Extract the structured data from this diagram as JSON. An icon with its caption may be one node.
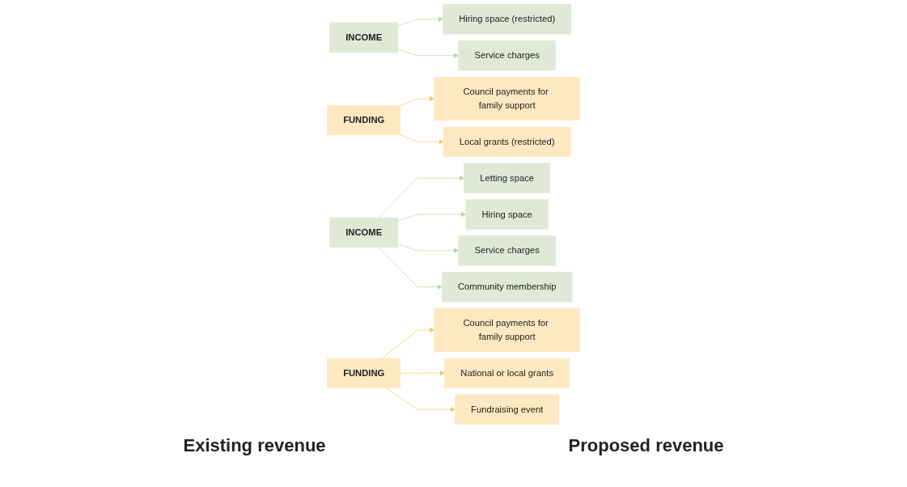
{
  "diagram": {
    "nodes": [
      {
        "text": [
          "INCOME"
        ]
      },
      {
        "text": [
          "Hiring space (restricted)"
        ]
      },
      {
        "text": [
          "Service charges"
        ]
      },
      {
        "text": [
          "FUNDING"
        ]
      },
      {
        "text": [
          "Council payments for family support"
        ]
      },
      {
        "text": [
          "Local grants (restricted)"
        ]
      },
      {
        "text": [
          "INCOME"
        ]
      },
      {
        "text": [
          "Letting space"
        ]
      },
      {
        "text": [
          "Hiring space"
        ]
      },
      {
        "text": [
          "Service charges"
        ]
      },
      {
        "text": [
          "Community membership"
        ]
      },
      {
        "text": [
          "FUNDING"
        ]
      },
      {
        "text": [
          "Council payments for family support"
        ]
      },
      {
        "text": [
          "National or local grants"
        ]
      },
      {
        "text": [
          "Fundraising event"
        ]
      }
    ],
    "edges": [
      {
        "from": 0,
        "to": 1,
        "arrow": "to"
      },
      {
        "from": 0,
        "to": 2,
        "arrow": "to"
      },
      {
        "from": 3,
        "to": 4,
        "arrow": "to",
        "color": "#f2c46d"
      },
      {
        "from": 3,
        "to": 5,
        "arrow": "to",
        "color": "#f2c46d"
      },
      {
        "from": 6,
        "to": 7,
        "arrow": "to"
      },
      {
        "from": 6,
        "to": 8,
        "arrow": "to"
      },
      {
        "from": 6,
        "to": 9,
        "arrow": "to"
      },
      {
        "from": 6,
        "to": 10,
        "arrow": "to"
      },
      {
        "from": 11,
        "to": 12,
        "arrow": "to",
        "color": "#f2c46d"
      },
      {
        "from": 11,
        "to": 13,
        "arrow": "to",
        "color": "#f2c46d"
      },
      {
        "from": 11,
        "to": 14,
        "arrow": "to",
        "color": "#f2c46d"
      }
    ],
    "labels": [
      "Existing revenue",
      "Proposed revenue"
    ]
  }
}
